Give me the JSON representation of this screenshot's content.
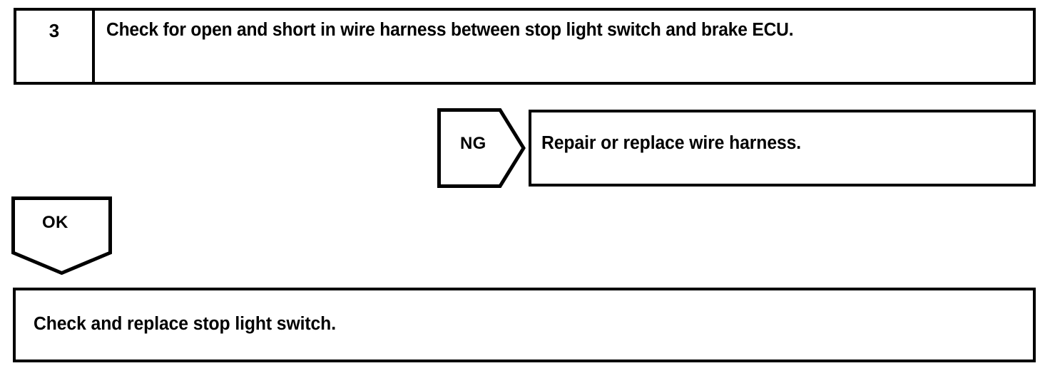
{
  "diagram": {
    "type": "troubleshooting-flowchart",
    "stroke_color": "#000000",
    "background_color": "#ffffff",
    "step": {
      "number": "3",
      "instruction": "Check for open and short in wire harness between stop light switch and brake ECU."
    },
    "branches": [
      {
        "label": "NG",
        "shape": "pentagon-right",
        "result_text": "Repair or replace wire harness."
      },
      {
        "label": "OK",
        "shape": "pentagon-down",
        "result_text": "Check and replace stop light switch."
      }
    ],
    "ng_branch": {
      "label": "NG",
      "action": "Repair or replace wire harness."
    },
    "ok_branch": {
      "label": "OK",
      "action": "Check and replace stop light switch."
    }
  }
}
